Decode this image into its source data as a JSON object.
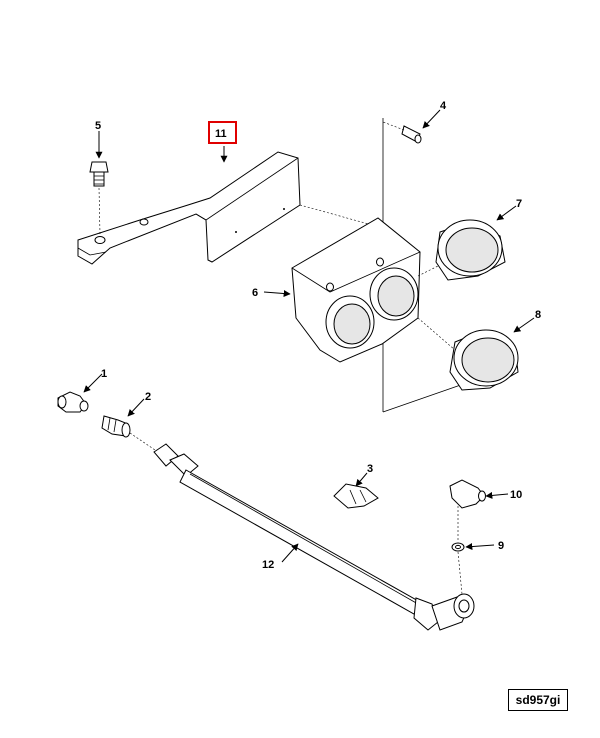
{
  "diagram": {
    "drawing_id": "sd957gi",
    "highlighted_callout": "11",
    "highlight_color": "#e00000",
    "callouts": {
      "c1": "1",
      "c2": "2",
      "c3": "3",
      "c4": "4",
      "c5": "5",
      "c6": "6",
      "c7": "7",
      "c8": "8",
      "c9": "9",
      "c10": "10",
      "c11": "11",
      "c12": "12"
    }
  }
}
